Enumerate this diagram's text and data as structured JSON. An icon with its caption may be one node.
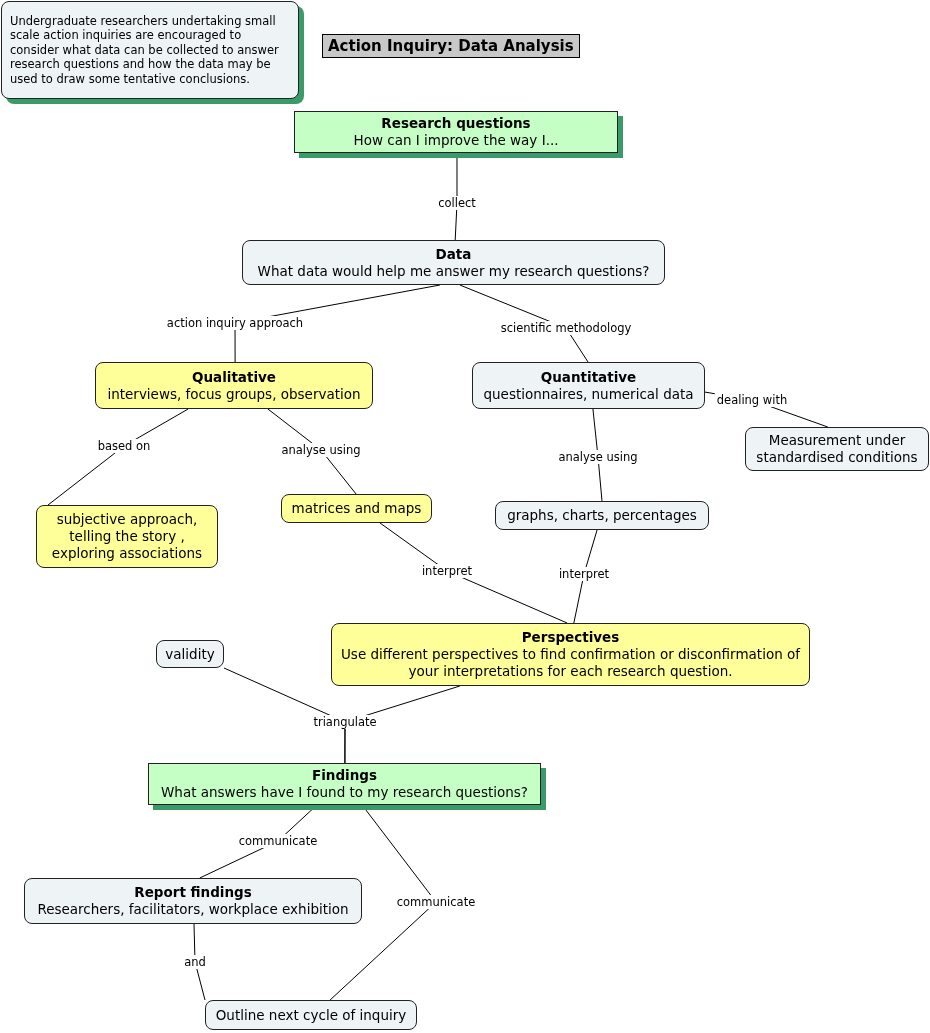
{
  "diagram": {
    "title": "Action Inquiry: Data Analysis",
    "nodes": [
      {
        "text": [
          "Undergraduate researchers undertaking small scale action inquiries are encouraged to consider what data can be collected to answer research questions and how the data may be used to draw some tentative conclusions."
        ]
      },
      {
        "text": [
          "Research questions",
          "How can I improve the way  I..."
        ]
      },
      {
        "text": [
          "Data",
          "What data would help me answer my research questions?"
        ]
      },
      {
        "text": [
          "Qualitative",
          "interviews, focus groups, observation"
        ]
      },
      {
        "text": [
          "Quantitative",
          "questionnaires, numerical data"
        ]
      },
      {
        "text": [
          "Measurement under standardised conditions"
        ]
      },
      {
        "text": [
          "subjective approach, telling the story , exploring associations"
        ]
      },
      {
        "text": [
          "matrices and maps"
        ]
      },
      {
        "text": [
          "graphs, charts, percentages"
        ]
      },
      {
        "text": [
          "validity"
        ]
      },
      {
        "text": [
          "Perspectives",
          "Use different perspectives  to find confirmation or disconfirmation of your interpretations for each research question."
        ]
      },
      {
        "text": [
          "Findings",
          "What answers have I found to my research questions?"
        ]
      },
      {
        "text": [
          "Report findings",
          "Researchers, facilitators, workplace exhibition"
        ]
      },
      {
        "text": [
          "Outline next cycle of inquiry"
        ]
      }
    ],
    "edges": [
      {
        "from": 1,
        "to": 2,
        "arrow": "none",
        "label": "collect"
      },
      {
        "from": 2,
        "to": 3,
        "arrow": "none",
        "label": "action inquiry approach"
      },
      {
        "from": 2,
        "to": 4,
        "arrow": "none",
        "label": "scientific methodology"
      },
      {
        "from": 4,
        "to": 5,
        "arrow": "none",
        "label": "dealing with"
      },
      {
        "from": 3,
        "to": 6,
        "arrow": "none",
        "label": "based on"
      },
      {
        "from": 3,
        "to": 7,
        "arrow": "none",
        "label": "analyse using"
      },
      {
        "from": 4,
        "to": 8,
        "arrow": "none",
        "label": "analyse using"
      },
      {
        "from": 7,
        "to": 10,
        "arrow": "none",
        "label": "interpret"
      },
      {
        "from": 8,
        "to": 10,
        "arrow": "none",
        "label": "interpret"
      },
      {
        "from": 9,
        "to": 11,
        "arrow": "none",
        "label": "triangulate"
      },
      {
        "from": 10,
        "to": 11,
        "arrow": "none"
      },
      {
        "from": 11,
        "to": 12,
        "arrow": "none",
        "label": "communicate"
      },
      {
        "from": 11,
        "to": 13,
        "arrow": "none",
        "label": "communicate"
      },
      {
        "from": 12,
        "to": 13,
        "arrow": "none",
        "label": "and"
      }
    ]
  }
}
